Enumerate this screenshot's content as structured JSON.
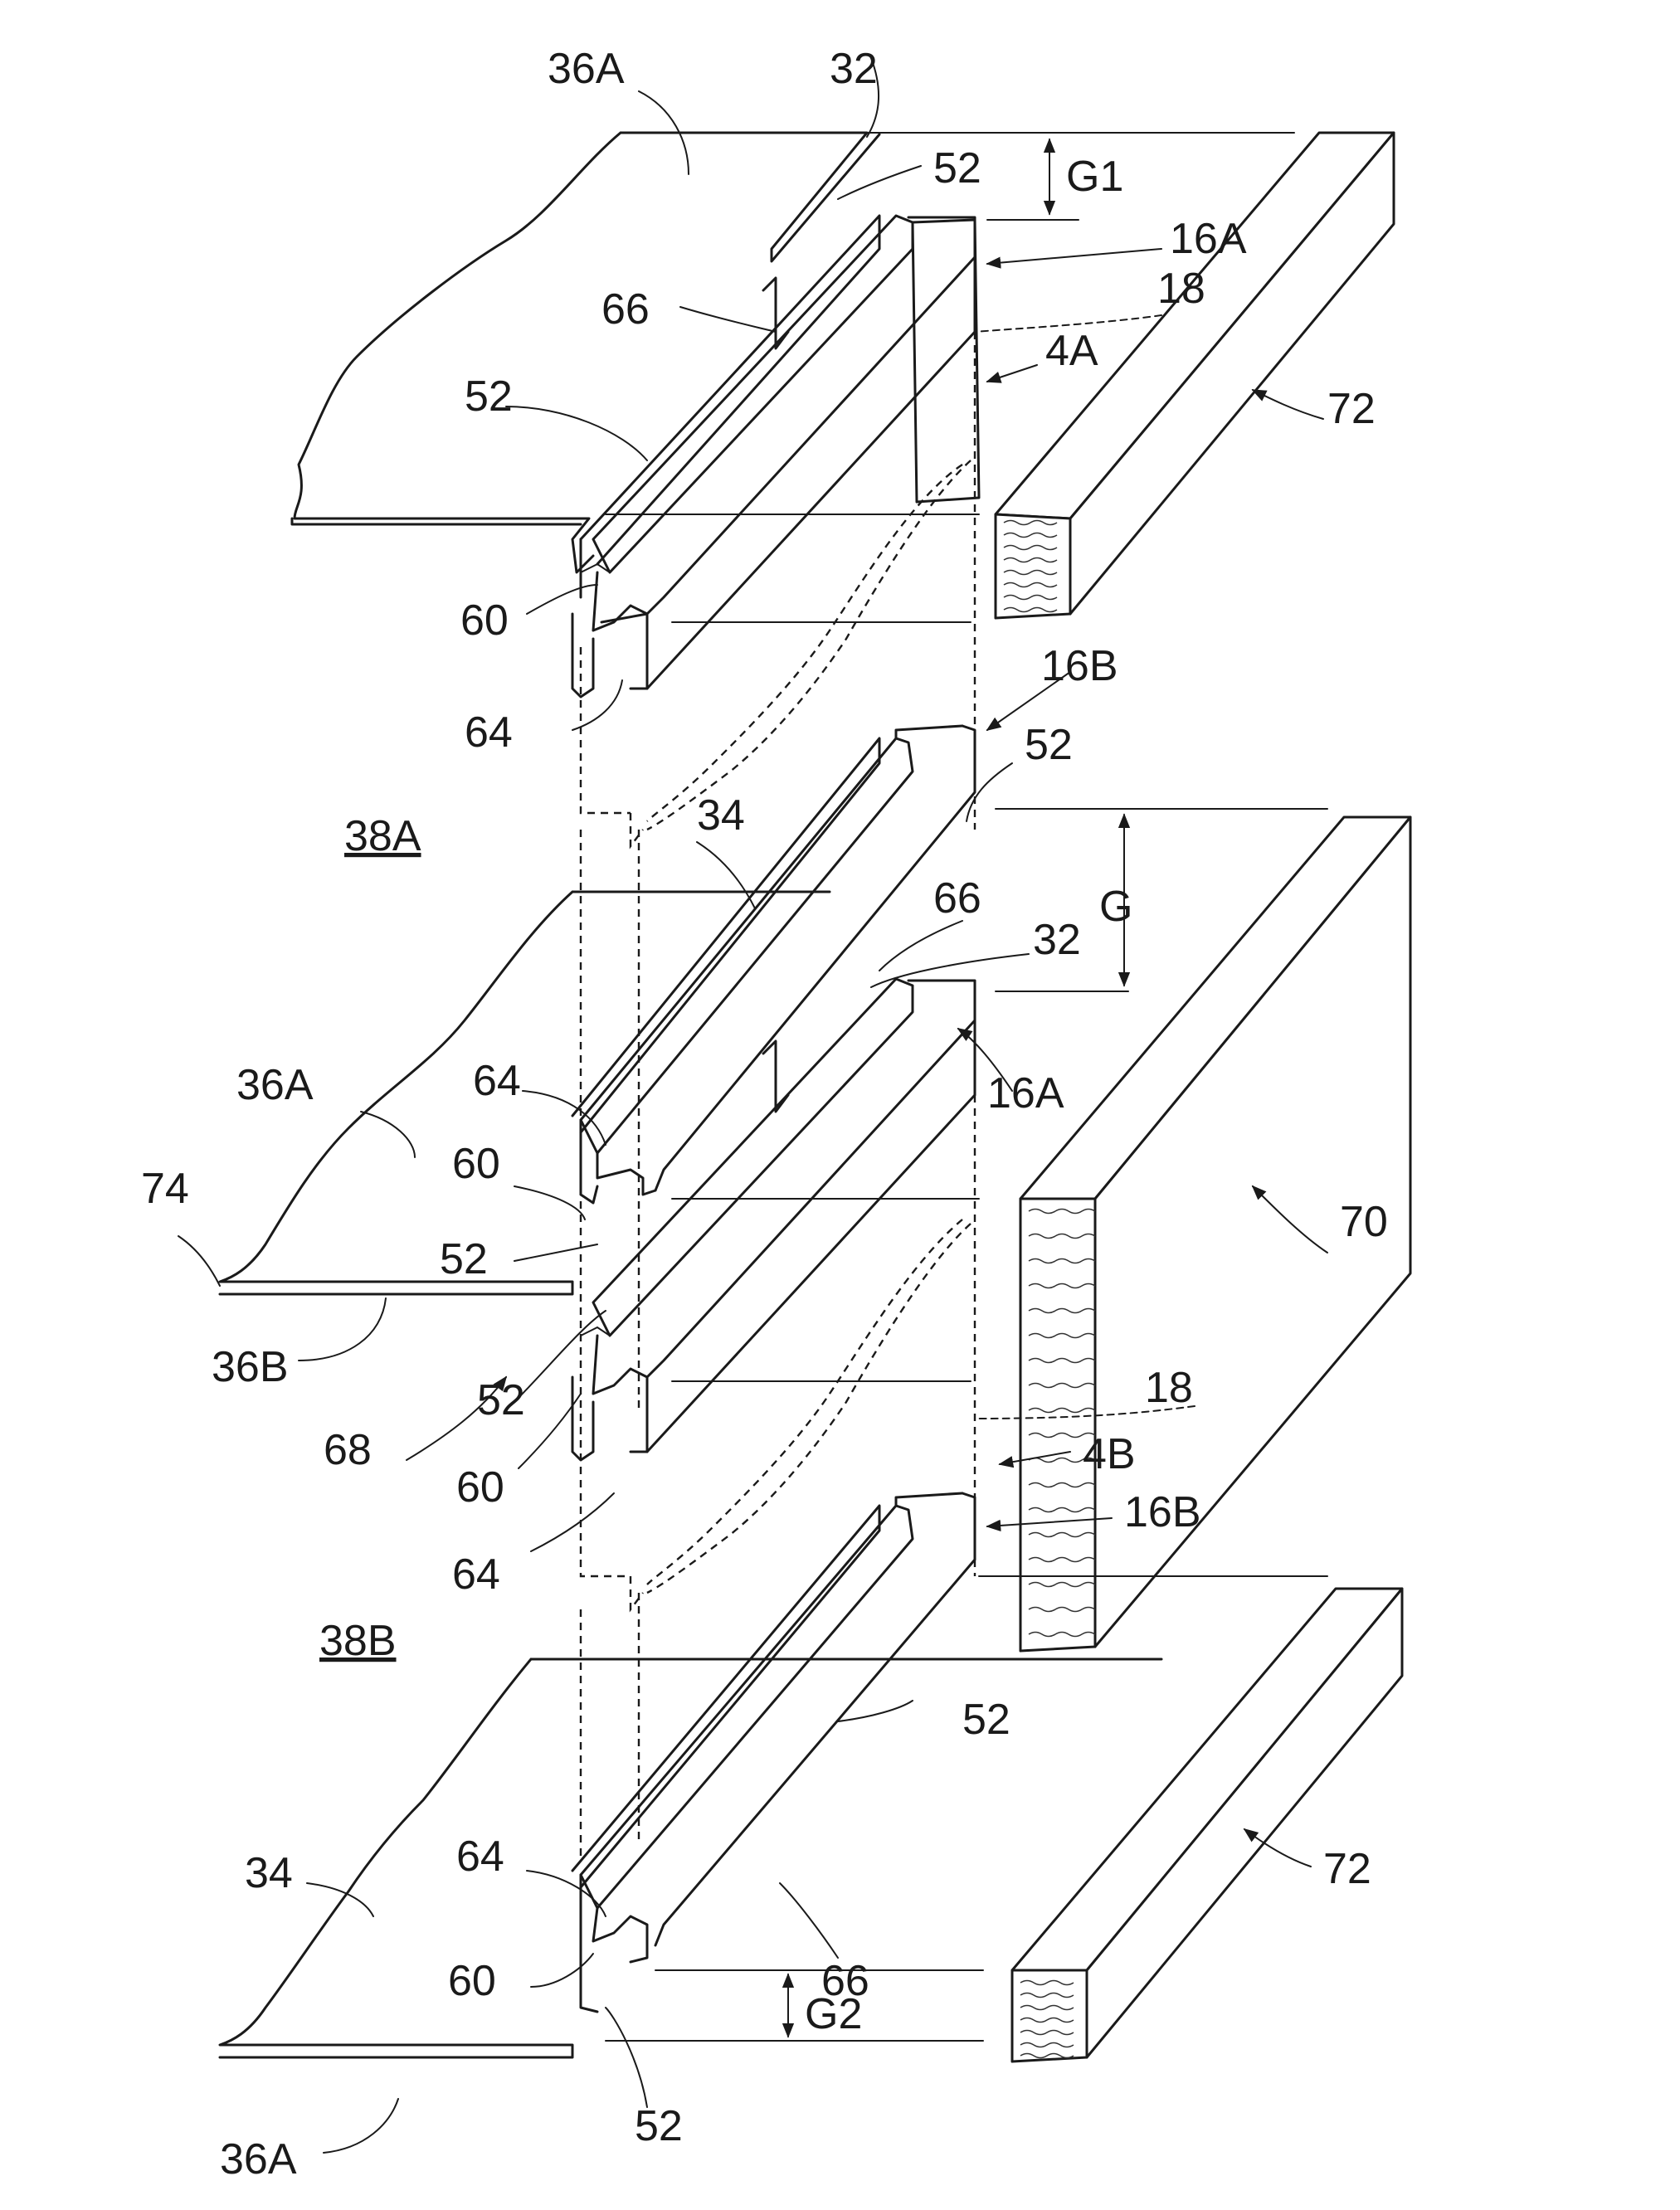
{
  "figure": {
    "labels": {
      "l36A_top": "36A",
      "l32_top": "32",
      "l52_top": "52",
      "lG1": "G1",
      "l16A_top": "16A",
      "l18_top": "18",
      "l66_top": "66",
      "l4A": "4A",
      "l52_upper": "52",
      "l72_top": "72",
      "l60_top": "60",
      "l64_top": "64",
      "l16B_mid": "16B",
      "l52_mid_right": "52",
      "l38A": "38A",
      "l34_mid": "34",
      "lG": "G",
      "l66_mid": "66",
      "l32_mid": "32",
      "l36A_mid": "36A",
      "l64_mid": "64",
      "l16A_mid": "16A",
      "l60_mid": "60",
      "l74": "74",
      "l70": "70",
      "l52_mid_a": "52",
      "l36B": "36B",
      "l52_mid_b": "52",
      "l18_mid": "18",
      "l68": "68",
      "l60_mid2": "60",
      "l4B": "4B",
      "l64_mid2": "64",
      "l16B_bot": "16B",
      "l38B": "38B",
      "l52_bot_right": "52",
      "l34_bot": "34",
      "l64_bot": "64",
      "l66_bot": "66",
      "l72_bot": "72",
      "l60_bot": "60",
      "lG2": "G2",
      "l36A_bot": "36A",
      "l52_bot": "52"
    }
  }
}
